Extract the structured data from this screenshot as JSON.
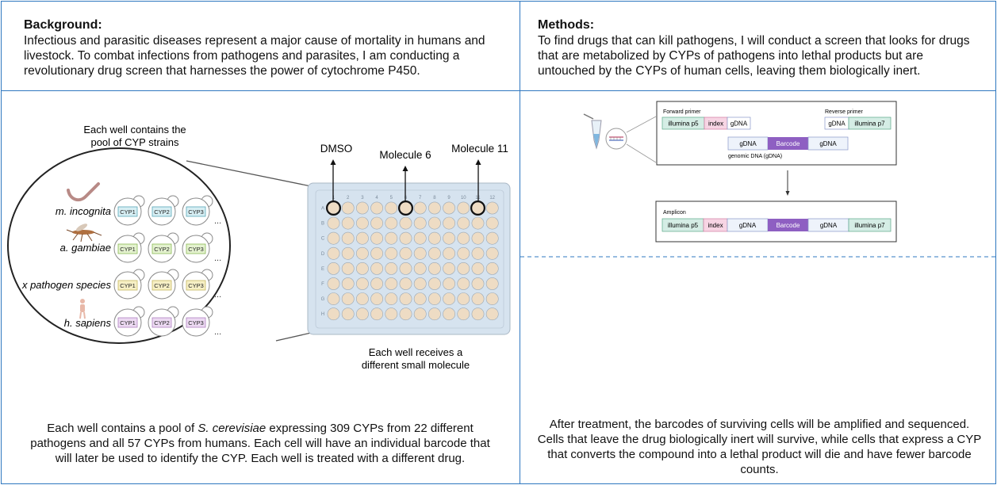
{
  "background": {
    "heading": "Background:",
    "body": "Infectious and parasitic diseases represent a major cause of mortality in humans and livestock. To combat infections from pathogens and parasites, I am conducting a revolutionary drug screen that harnesses the power of cytochrome P450."
  },
  "methods": {
    "heading": "Methods:",
    "body": "To find drugs that can kill pathogens, I will conduct a screen that looks for drugs that are metabolized by CYPs of pathogens into lethal products but are untouched by the CYPs of human cells, leaving them biologically inert."
  },
  "screen_figure": {
    "well_pool_label_1": "Each well contains the",
    "well_pool_label_2": "pool of CYP strains",
    "species": [
      "m. incognita",
      "a. gambiae",
      "x pathogen species",
      "h. sapiens"
    ],
    "cyp_labels": [
      "CYP1",
      "CYP2",
      "CYP3"
    ],
    "ellipsis": "...",
    "molecule_labels": [
      "DMSO",
      "Molecule 6",
      "Molecule 11"
    ],
    "plate_columns": [
      "1",
      "2",
      "3",
      "4",
      "5",
      "6",
      "7",
      "8",
      "9",
      "10",
      "11",
      "12"
    ],
    "plate_rows": [
      "A",
      "B",
      "C",
      "D",
      "E",
      "F",
      "G",
      "H"
    ],
    "small_molecule_label_1": "Each well receives a",
    "small_molecule_label_2": "different small molecule",
    "colors": {
      "cyp_worm_fill": "#d6eef3",
      "cyp_worm_stroke": "#5aa8b8",
      "cyp_mosquito_fill": "#e4f2cf",
      "cyp_mosquito_stroke": "#8aba55",
      "cyp_pathogen_fill": "#f6efc5",
      "cyp_pathogen_stroke": "#c7b860",
      "cyp_human_fill": "#ecd9f2",
      "cyp_human_stroke": "#b080c0",
      "plate": "#d6e3ef",
      "well": "#eedcc4"
    }
  },
  "screen_caption": {
    "before": "Each well contains a pool of ",
    "organism": "S. cerevisiae",
    "after": " expressing 309 CYPs from 22 different pathogens and all 57 CYPs from humans. Each cell will have an individual barcode that will later be used to identify the CYP. Each well is treated with a different drug."
  },
  "pcr_figure": {
    "forward_primer": "Forward primer",
    "reverse_primer": "Reverse primer",
    "illumina_p5": "illumina p5",
    "index": "index",
    "gdna": "gDNA",
    "illumina_p7": "illumina p7",
    "barcode": "Barcode",
    "genomic_dna": "genomic DNA (gDNA)",
    "amplicon": "Amplicon",
    "colors": {
      "p5": "#d5ede5",
      "index": "#f7d5e4",
      "barcode": "#8e5fc2",
      "gdna": "#eef3fb"
    }
  },
  "methods_caption": "After treatment, the barcodes of surviving cells will be amplified and sequenced. Cells that leave the drug biologically inert will survive, while cells that express a CYP that converts the compound into a lethal product will die and have fewer barcode counts."
}
